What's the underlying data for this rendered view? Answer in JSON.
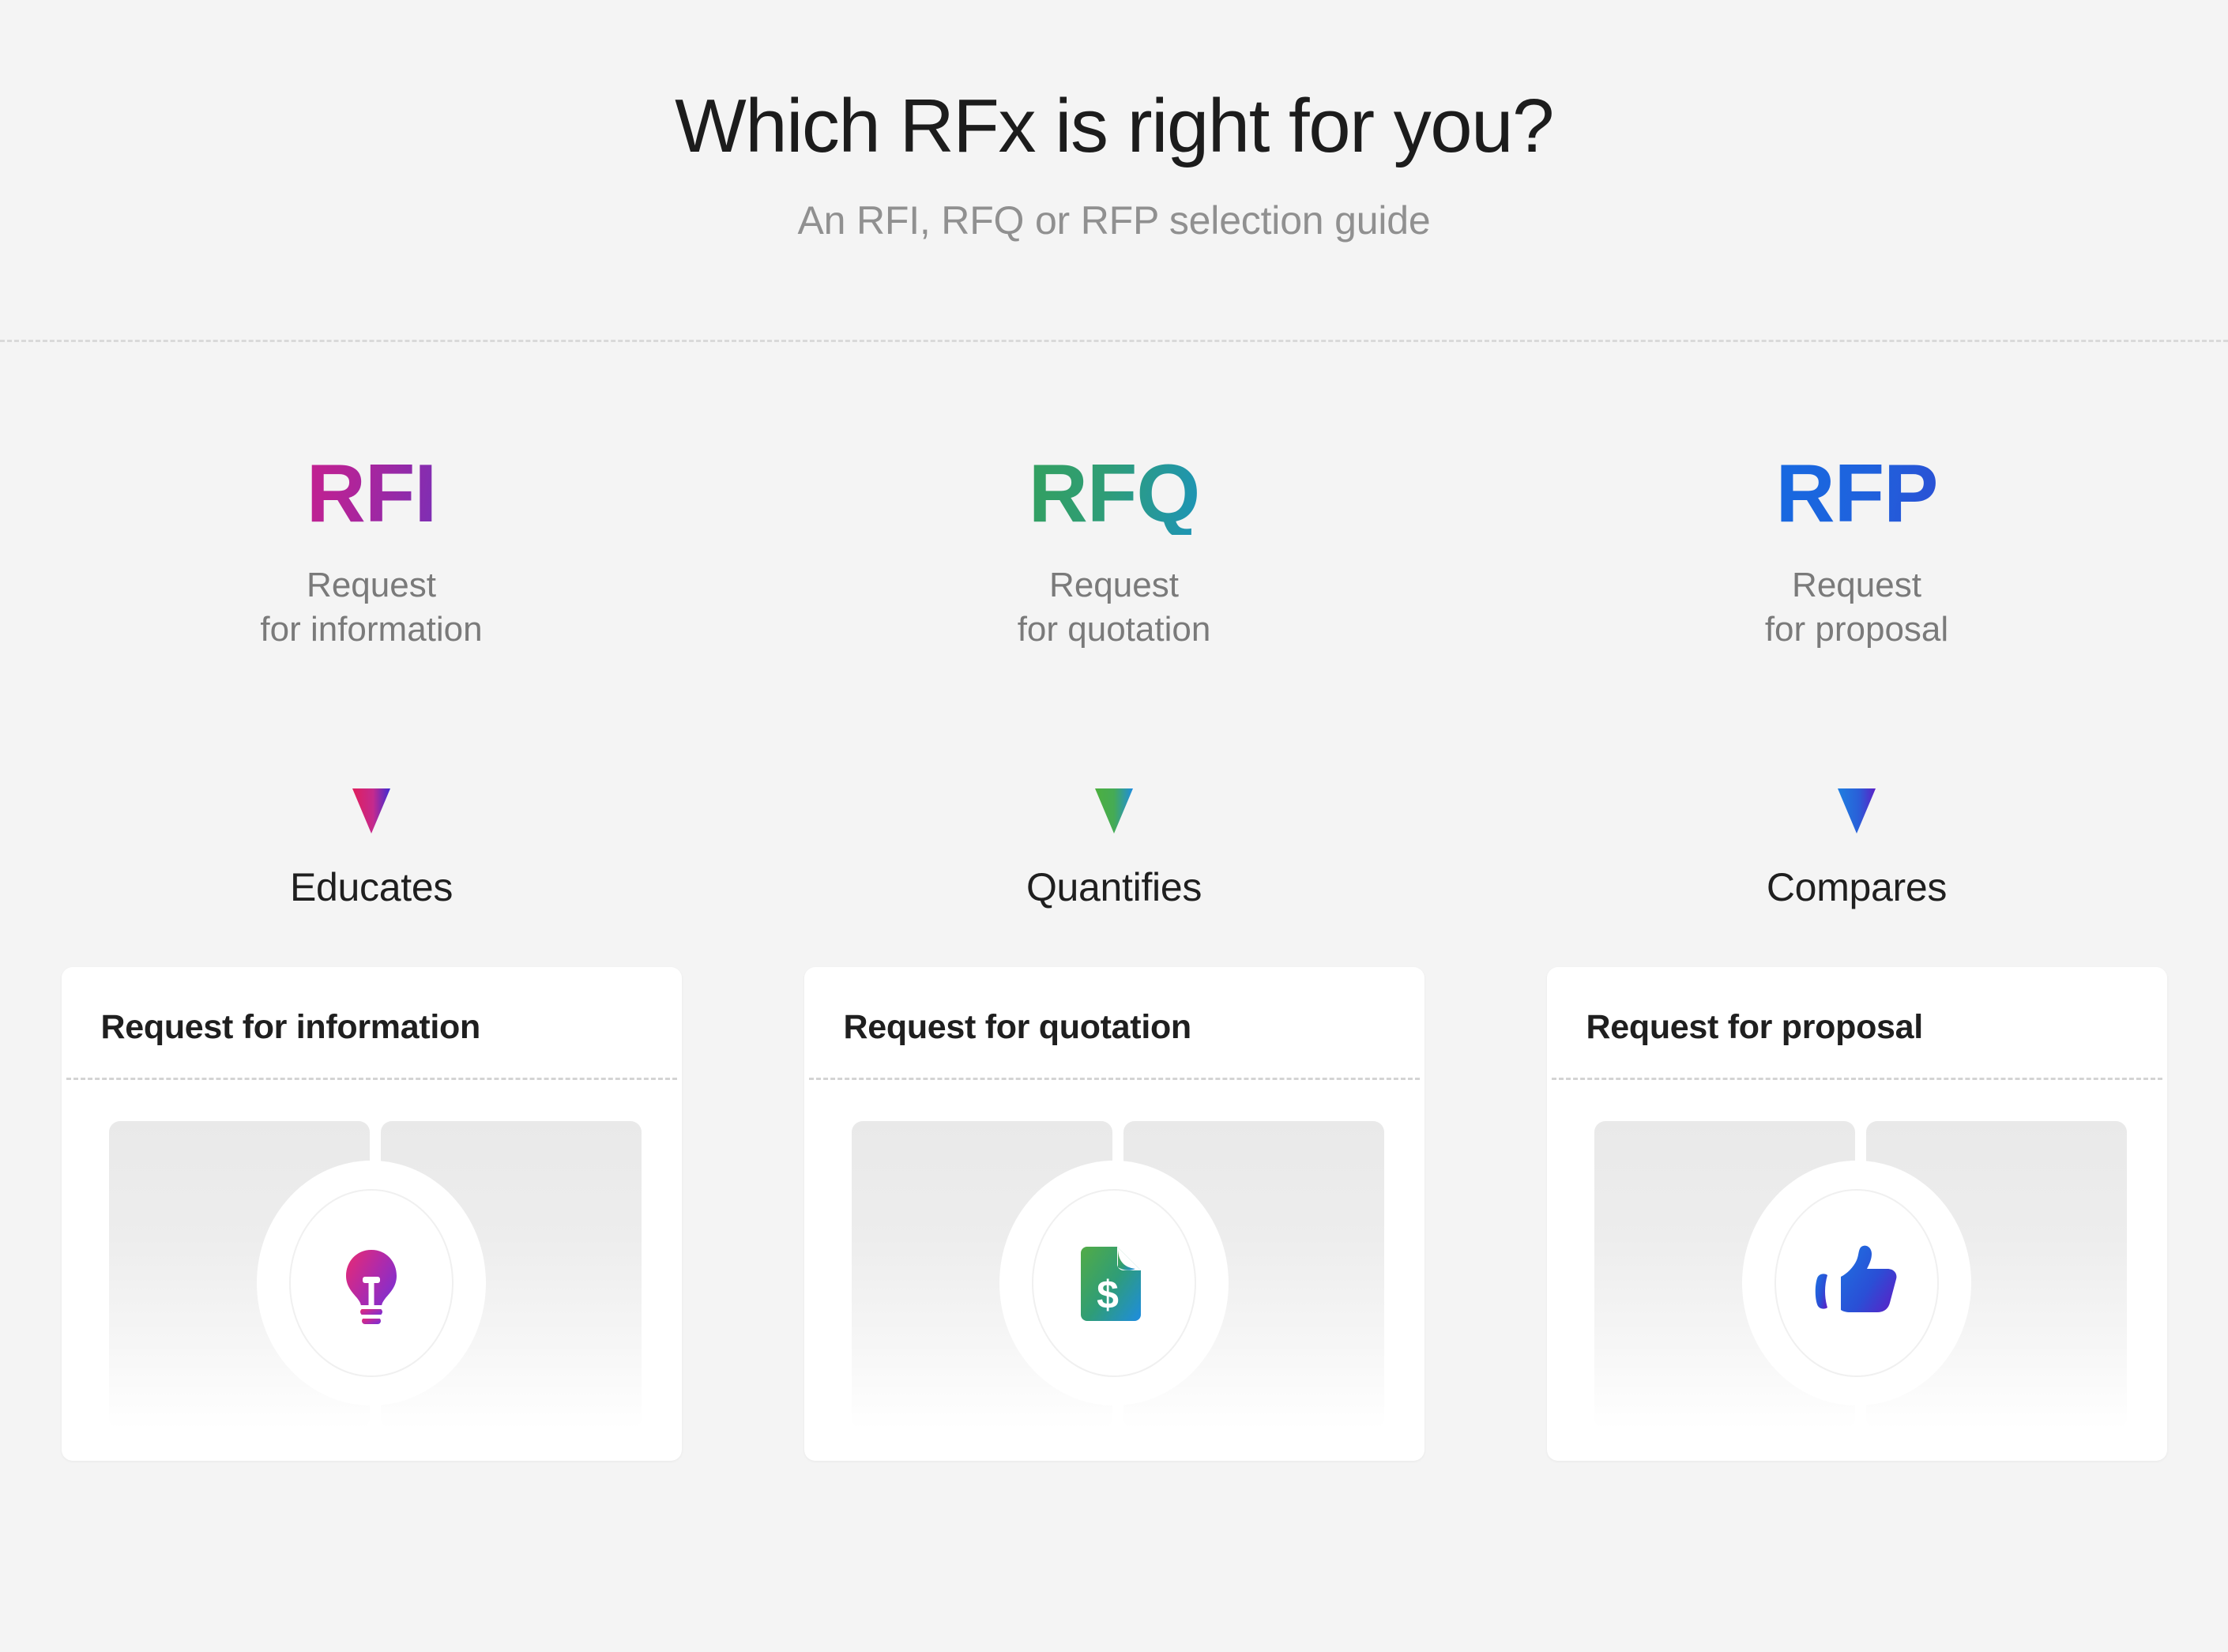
{
  "header": {
    "title": "Which RFx is right  for you?",
    "subtitle": "An RFI, RFQ or RFP selection guide"
  },
  "colors": {
    "background": "#f4f4f4",
    "card_background": "#ffffff",
    "title_text": "#1c1c1c",
    "subtitle_text": "#909090",
    "sublabel_text": "#7a7a7a",
    "verb_text": "#1f1f1f",
    "divider": "#d9d9d9",
    "rfi_start": "#c4208f",
    "rfi_end": "#7b2fb5",
    "rfq_start": "#33a05f",
    "rfq_end": "#1d94b8",
    "rfp_start": "#1769e0",
    "rfp_end": "#2b50d4",
    "arrow_rfi_head_start": "#e01f5c",
    "arrow_rfi_head_end": "#3b2bd4",
    "arrow_rfq_head_start": "#4caf3f",
    "arrow_rfq_head_end": "#1f8de0",
    "arrow_rfp_head_start": "#1f7fe0",
    "arrow_rfp_head_end": "#5b21c7"
  },
  "columns": [
    {
      "acronym": "RFI",
      "sublabel_line1": "Request",
      "sublabel_line2": "for information",
      "verb": "Educates",
      "card_title": "Request for information",
      "icon": "lightbulb-icon"
    },
    {
      "acronym": "RFQ",
      "sublabel_line1": "Request",
      "sublabel_line2": "for quotation",
      "verb": "Quantifies",
      "card_title": "Request for quotation",
      "icon": "document-dollar-icon"
    },
    {
      "acronym": "RFP",
      "sublabel_line1": "Request",
      "sublabel_line2": "for proposal",
      "verb": "Compares",
      "card_title": "Request for proposal",
      "icon": "thumbs-up-icon"
    }
  ]
}
